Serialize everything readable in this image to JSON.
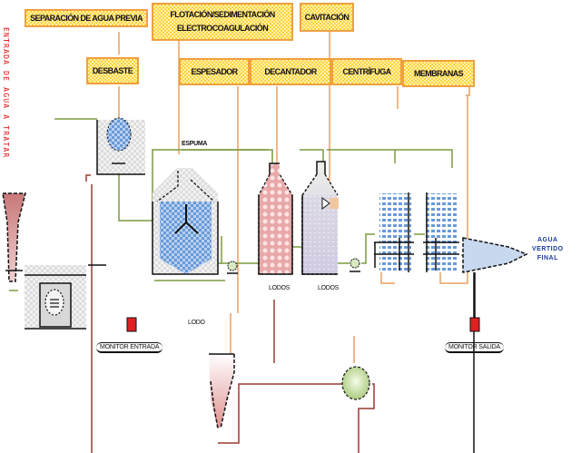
{
  "diagram": {
    "title": "Water treatment process flow diagram",
    "side_label": "ENTRADA DE AGUA A TRATAR",
    "top_labels": [
      {
        "id": "separacion",
        "text": "SEPARACIÓN DE AGUA PREVIA"
      },
      {
        "id": "flotacion",
        "text": "FLOTACIÓN/SEDIMENTACIÓN ELECTROCOAGULACIÓN"
      },
      {
        "id": "cavitacion",
        "text": "CAVITACIÓN"
      }
    ],
    "stage_labels": [
      {
        "id": "desbaste",
        "text": "DESBASTE"
      },
      {
        "id": "espesador",
        "text": "ESPESADOR"
      },
      {
        "id": "decantador",
        "text": "DECANTADOR"
      },
      {
        "id": "centrifuga",
        "text": "CENTRÍFUGA"
      },
      {
        "id": "membranas",
        "text": "MEMBRANAS"
      }
    ],
    "stream_labels": {
      "espuma": "ESPUMA",
      "lodos_1": "LODOS",
      "lodos_2": "LODOS",
      "lodo": "LODO"
    },
    "monitors": {
      "entrada": "MONITOR ENTRADA",
      "salida": "MONITOR SALIDA"
    },
    "output_label": {
      "line1": "AGUA",
      "line2": "VERTIDO",
      "line3": "FINAL"
    },
    "colors": {
      "tag_fill": "#ffd23a",
      "tag_border": "#f0a040",
      "water_line": "#7a9a40",
      "control_line": "#e8a060",
      "sludge_line": "#9a3a30",
      "tank_water": "#6a9ad8",
      "decanter_fill": "#e8a0a0",
      "centrifuge_fill": "#d0c8e0",
      "red_text": "#e01010",
      "output_text": "#1a3a9a"
    }
  }
}
